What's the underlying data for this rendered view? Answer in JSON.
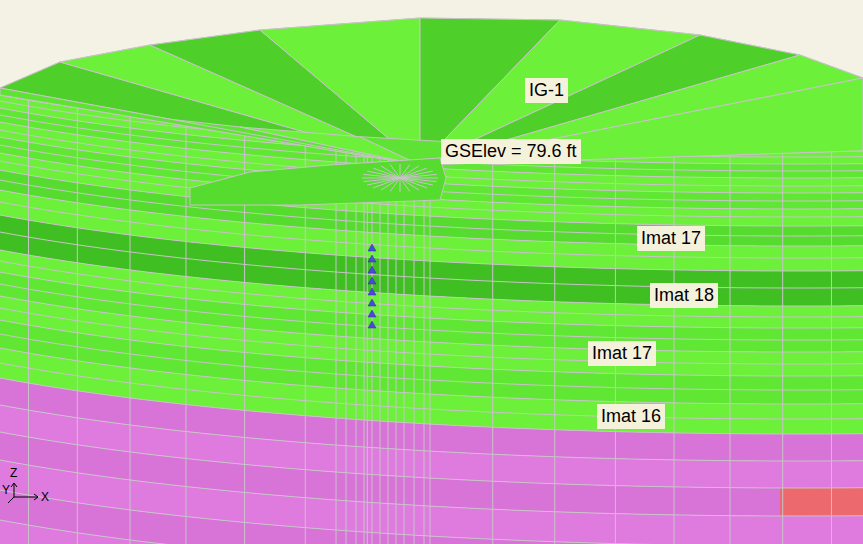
{
  "diagram": {
    "labels": [
      "IG-1",
      "GSElev = 79.6 ft",
      "Imat 17",
      "Imat 18",
      "Imat 17",
      "Imat 16",
      "Z",
      "Y",
      "X"
    ]
  }
}
